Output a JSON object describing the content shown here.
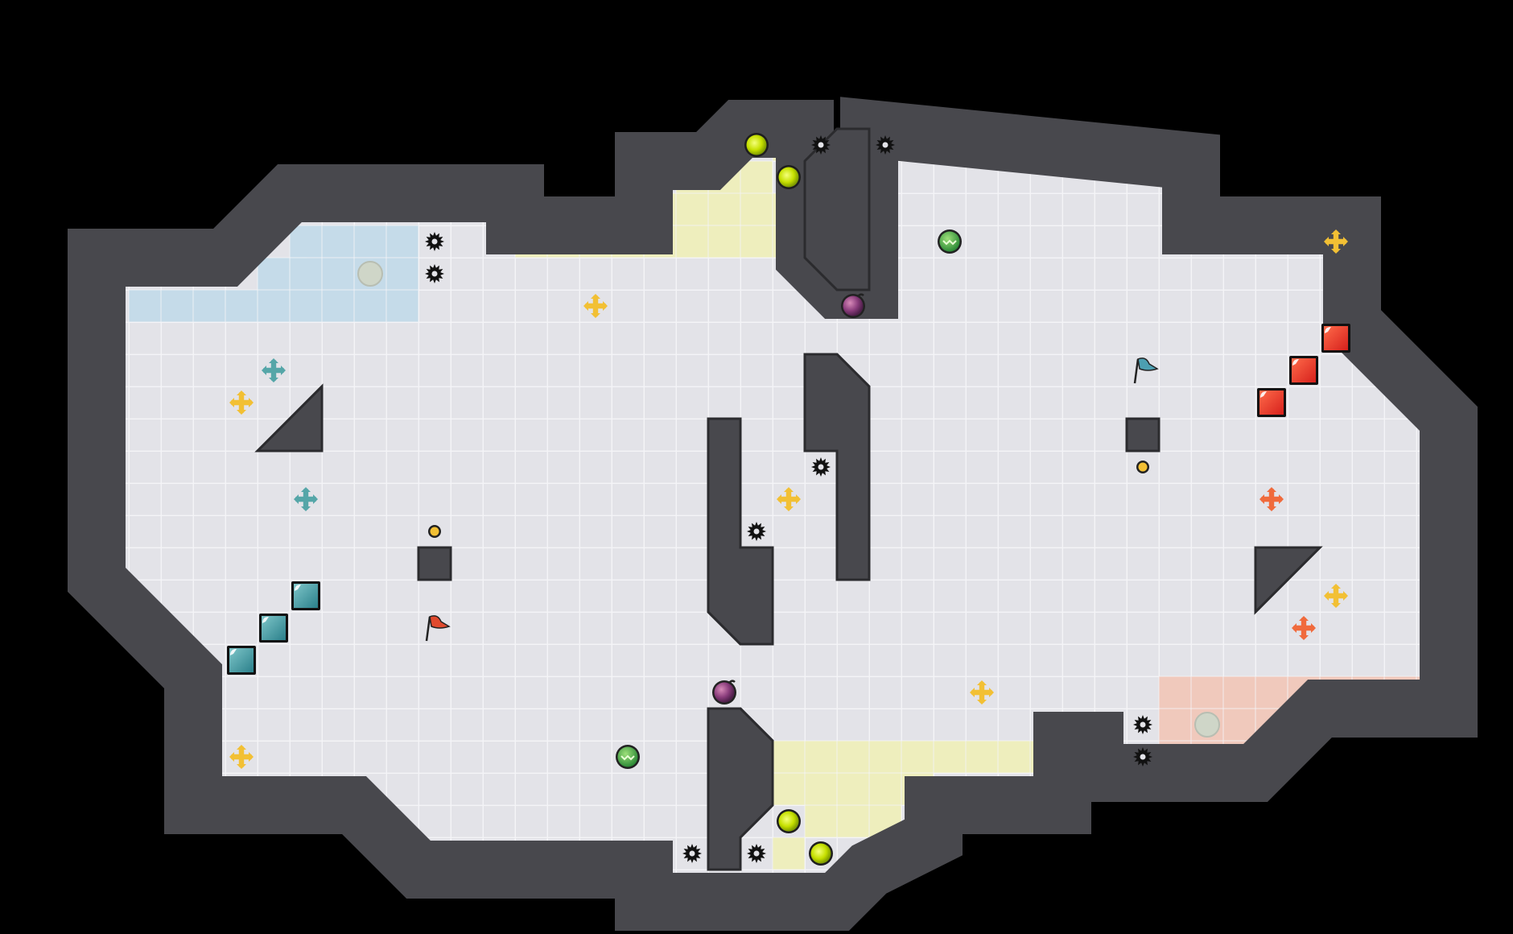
{
  "level": {
    "cols": 46,
    "rows": 28,
    "colors": {
      "background": "#000000",
      "wall": "#48484d",
      "wall_edge": "#2b2b2e",
      "floor": "#e3e3e8",
      "grid": "#f4f4f7",
      "blue_team": "#c5dbe9",
      "red_team": "#f0c9bc",
      "yellow_zone": "#eeeebd",
      "gray_base": "#cfd6c8"
    },
    "zones": [
      {
        "kind": "blue-base",
        "color": "#c5dbe9",
        "cells": [
          [
            8,
            6
          ],
          [
            9,
            6
          ],
          [
            10,
            6
          ],
          [
            11,
            6
          ],
          [
            7,
            7
          ],
          [
            8,
            7
          ],
          [
            9,
            7
          ],
          [
            10,
            7
          ],
          [
            11,
            7
          ],
          [
            3,
            8
          ],
          [
            4,
            8
          ],
          [
            5,
            8
          ],
          [
            6,
            8
          ],
          [
            7,
            8
          ],
          [
            8,
            8
          ],
          [
            9,
            8
          ],
          [
            10,
            8
          ],
          [
            11,
            8
          ]
        ]
      },
      {
        "kind": "red-base",
        "color": "#f0c9bc",
        "cells": [
          [
            35,
            20
          ],
          [
            36,
            20
          ],
          [
            37,
            20
          ],
          [
            38,
            20
          ],
          [
            39,
            20
          ],
          [
            40,
            20
          ],
          [
            41,
            20
          ],
          [
            42,
            20
          ],
          [
            43,
            20
          ],
          [
            35,
            21
          ],
          [
            36,
            21
          ],
          [
            37,
            21
          ],
          [
            38,
            21
          ],
          [
            39,
            21
          ],
          [
            35,
            22
          ],
          [
            36,
            22
          ],
          [
            37,
            22
          ],
          [
            38,
            22
          ]
        ]
      },
      {
        "kind": "yellow-top",
        "color": "#eeeebd",
        "cells": [
          [
            23,
            3
          ],
          [
            20,
            4
          ],
          [
            21,
            4
          ],
          [
            22,
            4
          ],
          [
            19,
            5
          ],
          [
            20,
            5
          ],
          [
            21,
            5
          ],
          [
            22,
            5
          ],
          [
            23,
            5
          ],
          [
            15,
            6
          ],
          [
            16,
            6
          ],
          [
            17,
            6
          ],
          [
            18,
            6
          ],
          [
            19,
            6
          ],
          [
            20,
            6
          ],
          [
            21,
            6
          ],
          [
            22,
            6
          ],
          [
            23,
            6
          ]
        ]
      },
      {
        "kind": "yellow-bottom",
        "color": "#eeeebd",
        "cells": [
          [
            23,
            22
          ],
          [
            24,
            22
          ],
          [
            25,
            22
          ],
          [
            26,
            22
          ],
          [
            27,
            22
          ],
          [
            28,
            22
          ],
          [
            29,
            22
          ],
          [
            30,
            22
          ],
          [
            31,
            22
          ],
          [
            23,
            23
          ],
          [
            24,
            23
          ],
          [
            25,
            23
          ],
          [
            26,
            23
          ],
          [
            27,
            23
          ],
          [
            24,
            24
          ],
          [
            25,
            24
          ],
          [
            26,
            24
          ],
          [
            23,
            25
          ]
        ]
      }
    ],
    "walls": [
      {
        "name": "outer-boundary",
        "points": [
          [
            2,
            7
          ],
          [
            6,
            7
          ],
          [
            8,
            5
          ],
          [
            15,
            5
          ],
          [
            15,
            6
          ],
          [
            14,
            6
          ],
          [
            12,
            8
          ],
          [
            12,
            11
          ],
          [
            13,
            11
          ],
          [
            13,
            9
          ],
          [
            15,
            7
          ],
          [
            15,
            6
          ],
          [
            19,
            6
          ],
          [
            19,
            4
          ],
          [
            21,
            4
          ],
          [
            22,
            3
          ],
          [
            26,
            3
          ],
          [
            26,
            7
          ],
          [
            27,
            8
          ],
          [
            27,
            7
          ],
          [
            27,
            3
          ],
          [
            28,
            3
          ],
          [
            28,
            4
          ],
          [
            34,
            4
          ],
          [
            36,
            6
          ],
          [
            41,
            6
          ],
          [
            41,
            9
          ],
          [
            43,
            11
          ],
          [
            44,
            12
          ],
          [
            44,
            21
          ],
          [
            40,
            21
          ],
          [
            38,
            23
          ],
          [
            36,
            23
          ],
          [
            36,
            22
          ],
          [
            32,
            22
          ],
          [
            32,
            21
          ],
          [
            34,
            19
          ],
          [
            35,
            18
          ],
          [
            35,
            21
          ],
          [
            44,
            21
          ],
          [
            45,
            22
          ],
          [
            45,
            11
          ],
          [
            44,
            11
          ],
          [
            44,
            10
          ],
          [
            43,
            10
          ],
          [
            43,
            9
          ],
          [
            42,
            9
          ],
          [
            42,
            5
          ],
          [
            36,
            5
          ],
          [
            36,
            4
          ],
          [
            35,
            4
          ],
          [
            35,
            3
          ],
          [
            28,
            3
          ],
          [
            28,
            2
          ],
          [
            20,
            2
          ],
          [
            20,
            3
          ],
          [
            19,
            3
          ],
          [
            19,
            4
          ],
          [
            18,
            4
          ],
          [
            18,
            5
          ],
          [
            8,
            5
          ],
          [
            8,
            6
          ],
          [
            6,
            6
          ],
          [
            6,
            7
          ],
          [
            2,
            7
          ],
          [
            2,
            18
          ],
          [
            3,
            18
          ],
          [
            3,
            19
          ],
          [
            4,
            19
          ],
          [
            4,
            20
          ],
          [
            5,
            20
          ],
          [
            5,
            24
          ],
          [
            11,
            24
          ],
          [
            11,
            25
          ],
          [
            12,
            25
          ],
          [
            12,
            26
          ],
          [
            19,
            26
          ],
          [
            19,
            27
          ],
          [
            25,
            27
          ],
          [
            26,
            26
          ],
          [
            27,
            26
          ],
          [
            27,
            25
          ],
          [
            28,
            25
          ],
          [
            28,
            23
          ],
          [
            29,
            23
          ],
          [
            29,
            24
          ],
          [
            33,
            24
          ],
          [
            33,
            23
          ],
          [
            39,
            23
          ],
          [
            39,
            24
          ],
          [
            40,
            24
          ],
          [
            41,
            23
          ],
          [
            40,
            23
          ],
          [
            41,
            22
          ],
          [
            44,
            22
          ],
          [
            44,
            21
          ],
          [
            45,
            21
          ]
        ]
      },
      {
        "name": "pillar-upper-mid",
        "points": [
          [
            24,
            4
          ],
          [
            25,
            3
          ],
          [
            26,
            3
          ],
          [
            26,
            8
          ],
          [
            25,
            8
          ],
          [
            24,
            7
          ]
        ]
      },
      {
        "name": "pillar-center-right",
        "points": [
          [
            24,
            10
          ],
          [
            25,
            10
          ],
          [
            26,
            11
          ],
          [
            26,
            17
          ],
          [
            25,
            17
          ],
          [
            25,
            13
          ],
          [
            24,
            13
          ]
        ]
      },
      {
        "name": "pillar-center-left",
        "points": [
          [
            21,
            12
          ],
          [
            22,
            12
          ],
          [
            22,
            16
          ],
          [
            23,
            16
          ],
          [
            23,
            19
          ],
          [
            22,
            19
          ],
          [
            21,
            18
          ]
        ]
      },
      {
        "name": "pillar-lower-mid",
        "points": [
          [
            21,
            21
          ],
          [
            22,
            21
          ],
          [
            23,
            22
          ],
          [
            23,
            24
          ],
          [
            22,
            25
          ],
          [
            22,
            26
          ],
          [
            21,
            26
          ]
        ]
      },
      {
        "name": "wedge-left",
        "points": [
          [
            7,
            13
          ],
          [
            9,
            11
          ],
          [
            9,
            13
          ]
        ]
      },
      {
        "name": "block-left",
        "points": [
          [
            12,
            16
          ],
          [
            13,
            16
          ],
          [
            13,
            17
          ],
          [
            12,
            17
          ]
        ]
      },
      {
        "name": "block-right",
        "points": [
          [
            34,
            12
          ],
          [
            35,
            12
          ],
          [
            35,
            13
          ],
          [
            34,
            13
          ]
        ]
      },
      {
        "name": "wedge-right",
        "points": [
          [
            38,
            16
          ],
          [
            40,
            16
          ],
          [
            38,
            18
          ]
        ]
      }
    ],
    "entities": [
      {
        "type": "yellow-orb",
        "col": 22,
        "row": 3
      },
      {
        "type": "yellow-orb",
        "col": 23,
        "row": 4
      },
      {
        "type": "yellow-orb",
        "col": 23,
        "row": 24
      },
      {
        "type": "yellow-orb",
        "col": 24,
        "row": 25
      },
      {
        "type": "spike-mine",
        "col": 24,
        "row": 3
      },
      {
        "type": "spike-mine",
        "col": 26,
        "row": 3
      },
      {
        "type": "spike-mine",
        "col": 12,
        "row": 6
      },
      {
        "type": "spike-mine",
        "col": 12,
        "row": 7
      },
      {
        "type": "spike-mine",
        "col": 24,
        "row": 13
      },
      {
        "type": "spike-mine",
        "col": 22,
        "row": 15
      },
      {
        "type": "spike-mine",
        "col": 34,
        "row": 21
      },
      {
        "type": "spike-mine",
        "col": 34,
        "row": 22
      },
      {
        "type": "spike-mine",
        "col": 20,
        "row": 25
      },
      {
        "type": "spike-mine",
        "col": 22,
        "row": 25
      },
      {
        "type": "speed-boost",
        "col": 28,
        "row": 6
      },
      {
        "type": "speed-boost",
        "col": 18,
        "row": 22
      },
      {
        "type": "bomb",
        "col": 25,
        "row": 8
      },
      {
        "type": "bomb",
        "col": 21,
        "row": 20
      },
      {
        "type": "base-marker",
        "col": 10,
        "row": 7
      },
      {
        "type": "base-marker",
        "col": 36,
        "row": 21
      },
      {
        "type": "yellow-booster",
        "col": 17,
        "row": 8
      },
      {
        "type": "yellow-booster",
        "col": 6,
        "row": 11
      },
      {
        "type": "yellow-booster",
        "col": 23,
        "row": 14
      },
      {
        "type": "yellow-booster",
        "col": 40,
        "row": 6
      },
      {
        "type": "yellow-booster",
        "col": 40,
        "row": 17
      },
      {
        "type": "yellow-booster",
        "col": 29,
        "row": 20
      },
      {
        "type": "yellow-booster",
        "col": 6,
        "row": 22
      },
      {
        "type": "blue-booster",
        "col": 7,
        "row": 10
      },
      {
        "type": "blue-booster",
        "col": 8,
        "row": 14
      },
      {
        "type": "red-booster",
        "col": 38,
        "row": 14
      },
      {
        "type": "red-booster",
        "col": 39,
        "row": 18
      },
      {
        "type": "small-token",
        "col": 12,
        "row": 15
      },
      {
        "type": "small-token",
        "col": 34,
        "row": 13
      },
      {
        "type": "blue-flag",
        "col": 34,
        "row": 10
      },
      {
        "type": "red-flag",
        "col": 12,
        "row": 18
      },
      {
        "type": "blue-tile",
        "col": 8,
        "row": 17
      },
      {
        "type": "blue-tile",
        "col": 7,
        "row": 18
      },
      {
        "type": "blue-tile",
        "col": 6,
        "row": 19
      },
      {
        "type": "red-tile",
        "col": 40,
        "row": 9
      },
      {
        "type": "red-tile",
        "col": 39,
        "row": 10
      },
      {
        "type": "red-tile",
        "col": 38,
        "row": 11
      }
    ]
  }
}
